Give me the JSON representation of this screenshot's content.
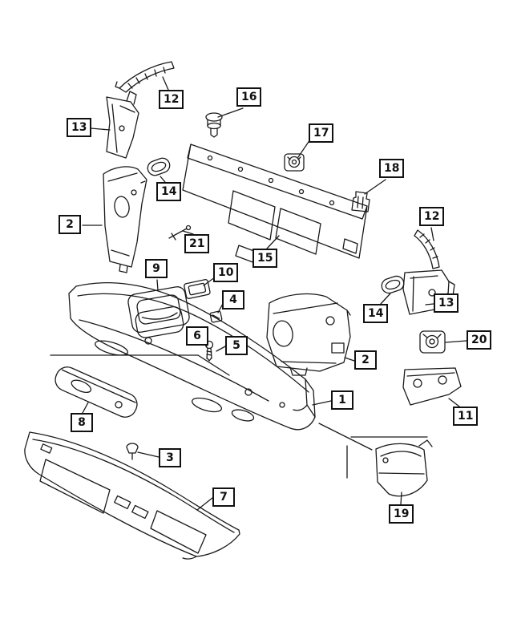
{
  "diagram": {
    "kind": "exploded-parts-diagram",
    "background_color": "#ffffff",
    "line_color": "#1a1a1a",
    "fill_dark": "#1a1a1a",
    "callouts": [
      {
        "label": "12"
      },
      {
        "label": "13"
      },
      {
        "label": "16"
      },
      {
        "label": "17"
      },
      {
        "label": "18"
      },
      {
        "label": "14"
      },
      {
        "label": "2"
      },
      {
        "label": "21"
      },
      {
        "label": "15"
      },
      {
        "label": "12"
      },
      {
        "label": "9"
      },
      {
        "label": "10"
      },
      {
        "label": "4"
      },
      {
        "label": "14"
      },
      {
        "label": "13"
      },
      {
        "label": "6"
      },
      {
        "label": "5"
      },
      {
        "label": "2"
      },
      {
        "label": "20"
      },
      {
        "label": "11"
      },
      {
        "label": "1"
      },
      {
        "label": "8"
      },
      {
        "label": "3"
      },
      {
        "label": "7"
      },
      {
        "label": "19"
      }
    ]
  }
}
